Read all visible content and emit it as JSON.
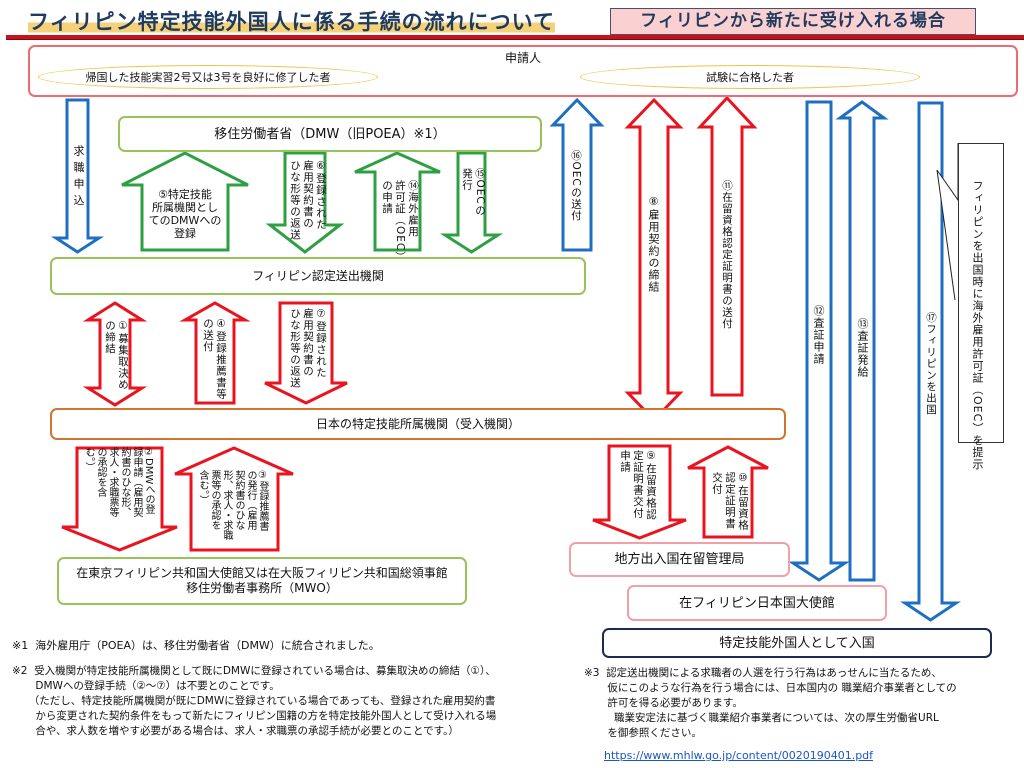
{
  "header": {
    "title": "フィリピン特定技能外国人に係る手続の流れについて",
    "subtitle": "フィリピンから新たに受け入れる場合"
  },
  "colors": {
    "red": "#e8141f",
    "green": "#2ea043",
    "blue": "#1f6fc0",
    "title_navy": "#1f3a5f",
    "title_rule": "#c8121b"
  },
  "nodes": {
    "applicant": {
      "label": "申請人",
      "groups": [
        "帰国した技能実習2号又は3号を良好に修了した者",
        "試験に合格した者"
      ]
    },
    "dmw": "移住労働者省（DMW（旧POEA）※1）",
    "sending_agency": "フィリピン認定送出機関",
    "receiving_org": "日本の特定技能所属機関（受入機関）",
    "mwo": [
      "在東京フィリピン共和国大使館又は在大阪フィリピン共和国総領事館",
      "移住労働者事務所（MWO）"
    ],
    "immigration": "地方出入国在留管理局",
    "embassy": "在フィリピン日本国大使館",
    "entry": "特定技能外国人として入国"
  },
  "steps": {
    "job_application": "求\n職\n申\n込",
    "s1": "①募集取決め\nの締結",
    "s2": "②DMWへの登\n録申請（雇用契\n約書のひな形、\n求人・求職票等\nの承認を含\nむ。）",
    "s3": "③登録推薦書\nの発行（雇用\n契約書のひな\n形、求人・求職\n票等の承認を\n含む。）",
    "s4": "④登録推薦書等\nの送付",
    "s5": "⑤特定技能\n所属機関とし\nてのDMWへの\n登録",
    "s6": "⑥登録された\n雇用契約書の\nひな形等の返送",
    "s7": "⑦登録された\n雇用契約書の\nひな形等の返送",
    "s8": "⑧雇用契約の締結",
    "s9": "⑨在留資格認\n定証明書交付\n申請",
    "s10": "⑩在留資格\n認定証明書\n交付",
    "s11": "⑪在留資格認定証明書の送付",
    "s12": "⑫査証申請",
    "s13": "⑬査証発給",
    "s14": "⑭海外雇用\n許可証（OEC）\nの申請",
    "s15": "⑮OECの\n発行",
    "s16": "⑯OECの送付",
    "s17": "⑰フィリピンを出国",
    "callout": "フィリピンを出国時に海外雇用許可証（OEC）を提示"
  },
  "notes": {
    "n1": "※1  海外雇用庁（POEA）は、移住労働者省（DMW）に統合されました。",
    "n2": "※2  受入機関が特定技能所属機関として既にDMWに登録されている場合は、募集取決めの締結（①）、\n       DMWへの登録手続（②～⑦）は不要とのことです。\n     （ただし、特定技能所属機関が既にDMWに登録されている場合であっても、登録された雇用契約書\n       から変更された契約条件をもって新たにフィリピン国籍の方を特定技能外国人として受け入れる場\n       合や、求人数を増やす必要がある場合は、求人・求職票の承認手続が必要とのことです。）",
    "n3": "※3  認定送出機関による求職者の人選を行う行為はあっせんに当たるため、\n       仮にこのような行為を行う場合には、日本国内の 職業紹介事業者としての\n       許可を得る必要があります。\n         職業安定法に基づく職業紹介事業者については、次の厚生労働省URL\n       を御参照ください。",
    "url": "https://www.mhlw.go.jp/content/0020190401.pdf"
  }
}
